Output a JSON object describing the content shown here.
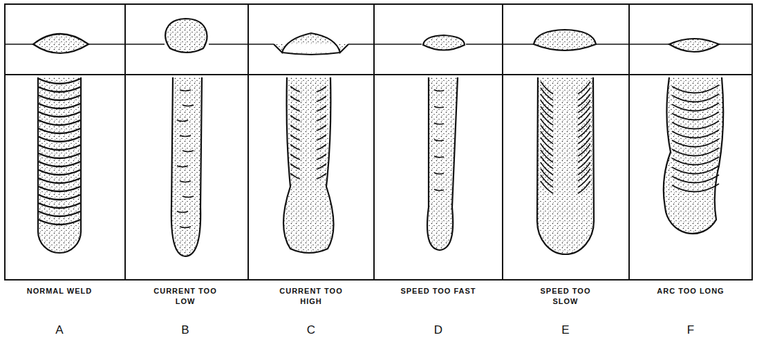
{
  "diagram": {
    "labels": [
      "NORMAL WELD",
      "A",
      "CURRENT TOO LOW",
      "B",
      "CURRENT TOO HIGH",
      "C",
      "SPEED TOO FAST",
      "D",
      "SPEED TOO SLOW",
      "E",
      "ARC TOO LONG",
      "F"
    ]
  }
}
